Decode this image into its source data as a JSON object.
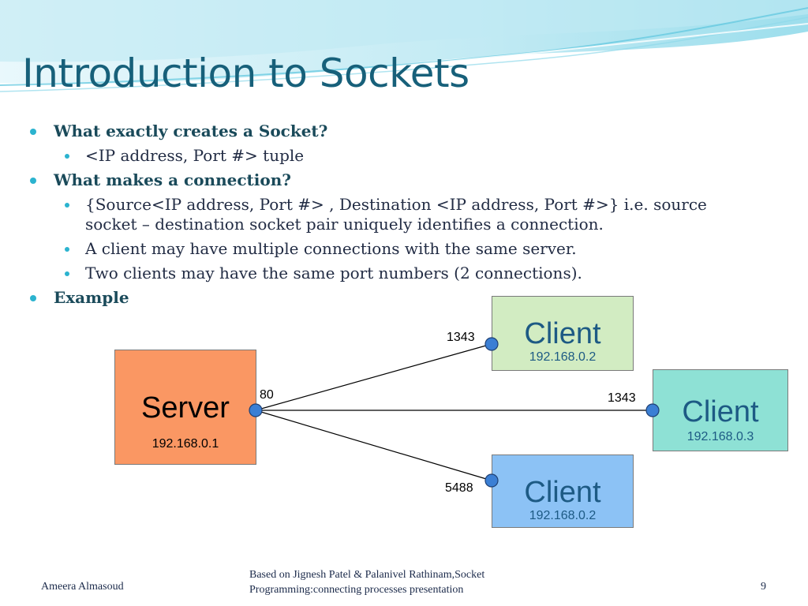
{
  "title": "Introduction to Sockets",
  "bullets": {
    "q1": "What exactly creates a Socket?",
    "a1": "<IP address, Port #> tuple",
    "q2": "What makes a connection?",
    "a2_line1": "{Source<IP address, Port #> , Destination <IP address, Port #>} i.e. source",
    "a2_line2": "socket – destination socket pair uniquely identifies a connection.",
    "a3": "A client may have multiple connections with the same server.",
    "a4": "Two clients may have the same port numbers (2 connections).",
    "q3": "Example"
  },
  "diagram": {
    "server": {
      "label": "Server",
      "ip": "192.168.0.1",
      "port": "80",
      "color": "#fa9763"
    },
    "clients": [
      {
        "label": "Client",
        "ip": "192.168.0.2",
        "port": "1343",
        "color": "#d2ecc2"
      },
      {
        "label": "Client",
        "ip": "192.168.0.3",
        "port": "1343",
        "color": "#8ee1d5"
      },
      {
        "label": "Client",
        "ip": "192.168.0.2",
        "port": "5488",
        "color": "#8cc2f5"
      }
    ],
    "socket_color": "#3b7fd4"
  },
  "footer": {
    "author": "Ameera Almasoud",
    "source_line1": "Based on Jignesh Patel & Palanivel Rathinam,Socket",
    "source_line2": "Programming:connecting processes presentation",
    "page": "9"
  }
}
